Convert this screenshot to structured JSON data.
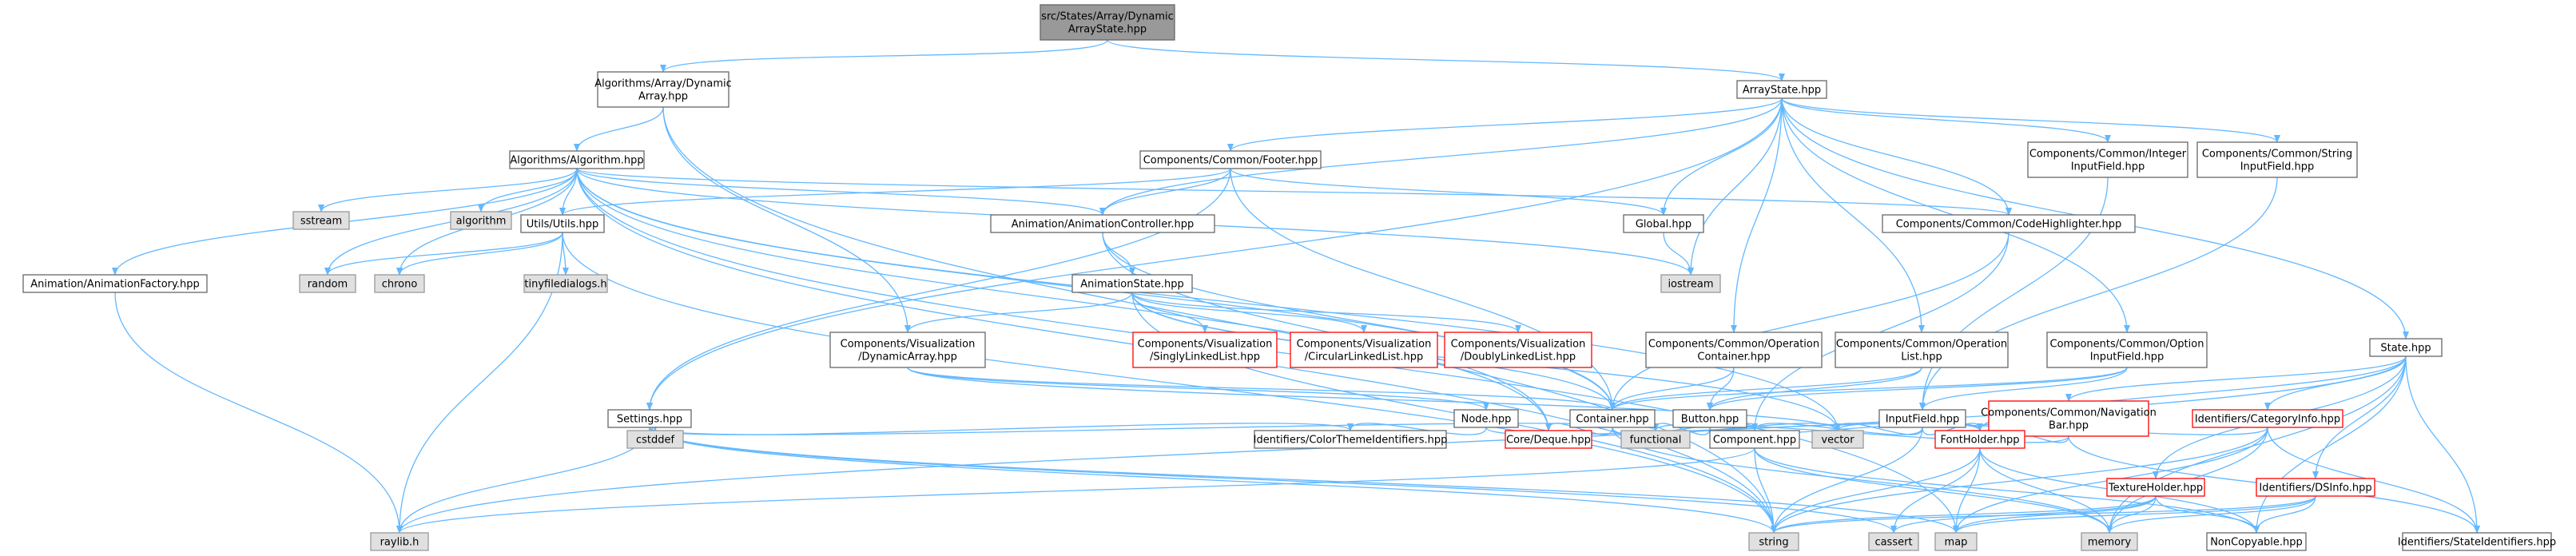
{
  "colors": {
    "edge": "#63b8ff",
    "node_fill": "#ffffff",
    "node_border": "#666666",
    "root_fill": "#999999",
    "root_border": "#666666",
    "system_fill": "#e0e0e0",
    "system_border": "#999999",
    "truncated_border": "#ff0000"
  },
  "graph": {
    "root": "src/States/Array/DynamicArrayState.hpp",
    "nodes": [
      {
        "id": "root",
        "lines": [
          "src/States/Array/Dynamic",
          "ArrayState.hpp"
        ],
        "kind": "root"
      },
      {
        "id": "algo_dynarray",
        "lines": [
          "Algorithms/Array/Dynamic",
          "Array.hpp"
        ],
        "kind": "normal"
      },
      {
        "id": "arraystate",
        "lines": [
          "ArrayState.hpp"
        ],
        "kind": "normal"
      },
      {
        "id": "algorithm_hpp",
        "lines": [
          "Algorithms/Algorithm.hpp"
        ],
        "kind": "normal"
      },
      {
        "id": "footer",
        "lines": [
          "Components/Common/Footer.hpp"
        ],
        "kind": "normal"
      },
      {
        "id": "int_input",
        "lines": [
          "Components/Common/Integer",
          "InputField.hpp"
        ],
        "kind": "normal"
      },
      {
        "id": "str_input",
        "lines": [
          "Components/Common/String",
          "InputField.hpp"
        ],
        "kind": "normal"
      },
      {
        "id": "sstream",
        "lines": [
          "sstream"
        ],
        "kind": "system"
      },
      {
        "id": "algorithm_std",
        "lines": [
          "algorithm"
        ],
        "kind": "system"
      },
      {
        "id": "utils",
        "lines": [
          "Utils/Utils.hpp"
        ],
        "kind": "normal"
      },
      {
        "id": "anim_ctrl",
        "lines": [
          "Animation/AnimationController.hpp"
        ],
        "kind": "normal"
      },
      {
        "id": "global",
        "lines": [
          "Global.hpp"
        ],
        "kind": "normal"
      },
      {
        "id": "codehl",
        "lines": [
          "Components/Common/CodeHighlighter.hpp"
        ],
        "kind": "normal"
      },
      {
        "id": "anim_factory",
        "lines": [
          "Animation/AnimationFactory.hpp"
        ],
        "kind": "normal"
      },
      {
        "id": "random",
        "lines": [
          "random"
        ],
        "kind": "system"
      },
      {
        "id": "chrono",
        "lines": [
          "chrono"
        ],
        "kind": "system"
      },
      {
        "id": "tinyfd",
        "lines": [
          "tinyfiledialogs.h"
        ],
        "kind": "system"
      },
      {
        "id": "iostream",
        "lines": [
          "iostream"
        ],
        "kind": "system"
      },
      {
        "id": "anim_state",
        "lines": [
          "AnimationState.hpp"
        ],
        "kind": "normal"
      },
      {
        "id": "vis_dynarray",
        "lines": [
          "Components/Visualization",
          "/DynamicArray.hpp"
        ],
        "kind": "normal"
      },
      {
        "id": "vis_sll",
        "lines": [
          "Components/Visualization",
          "/SinglyLinkedList.hpp"
        ],
        "kind": "truncated"
      },
      {
        "id": "vis_cll",
        "lines": [
          "Components/Visualization",
          "/CircularLinkedList.hpp"
        ],
        "kind": "truncated"
      },
      {
        "id": "vis_dll",
        "lines": [
          "Components/Visualization",
          "/DoublyLinkedList.hpp"
        ],
        "kind": "truncated"
      },
      {
        "id": "op_container",
        "lines": [
          "Components/Common/Operation",
          "Container.hpp"
        ],
        "kind": "normal"
      },
      {
        "id": "op_list",
        "lines": [
          "Components/Common/Operation",
          "List.hpp"
        ],
        "kind": "normal"
      },
      {
        "id": "opt_input",
        "lines": [
          "Components/Common/Option",
          "InputField.hpp"
        ],
        "kind": "normal"
      },
      {
        "id": "state",
        "lines": [
          "State.hpp"
        ],
        "kind": "normal"
      },
      {
        "id": "settings",
        "lines": [
          "Settings.hpp"
        ],
        "kind": "normal"
      },
      {
        "id": "node",
        "lines": [
          "Node.hpp"
        ],
        "kind": "normal"
      },
      {
        "id": "container",
        "lines": [
          "Container.hpp"
        ],
        "kind": "normal"
      },
      {
        "id": "button",
        "lines": [
          "Button.hpp"
        ],
        "kind": "normal"
      },
      {
        "id": "inputfield",
        "lines": [
          "InputField.hpp"
        ],
        "kind": "normal"
      },
      {
        "id": "navbar",
        "lines": [
          "Components/Common/Navigation",
          "Bar.hpp"
        ],
        "kind": "truncated"
      },
      {
        "id": "catinfo",
        "lines": [
          "Identifiers/CategoryInfo.hpp"
        ],
        "kind": "truncated"
      },
      {
        "id": "cstddef",
        "lines": [
          "cstddef"
        ],
        "kind": "system"
      },
      {
        "id": "colortheme",
        "lines": [
          "Identifiers/ColorThemeIdentifiers.hpp"
        ],
        "kind": "normal"
      },
      {
        "id": "deque",
        "lines": [
          "Core/Deque.hpp"
        ],
        "kind": "truncated"
      },
      {
        "id": "functional",
        "lines": [
          "functional"
        ],
        "kind": "system"
      },
      {
        "id": "component",
        "lines": [
          "Component.hpp"
        ],
        "kind": "normal"
      },
      {
        "id": "vector",
        "lines": [
          "vector"
        ],
        "kind": "system"
      },
      {
        "id": "fontholder",
        "lines": [
          "FontHolder.hpp"
        ],
        "kind": "truncated"
      },
      {
        "id": "textureholder",
        "lines": [
          "TextureHolder.hpp"
        ],
        "kind": "truncated"
      },
      {
        "id": "dsinfo",
        "lines": [
          "Identifiers/DSInfo.hpp"
        ],
        "kind": "truncated"
      },
      {
        "id": "raylib",
        "lines": [
          "raylib.h"
        ],
        "kind": "system"
      },
      {
        "id": "string",
        "lines": [
          "string"
        ],
        "kind": "system"
      },
      {
        "id": "cassert",
        "lines": [
          "cassert"
        ],
        "kind": "system"
      },
      {
        "id": "map",
        "lines": [
          "map"
        ],
        "kind": "system"
      },
      {
        "id": "memory",
        "lines": [
          "memory"
        ],
        "kind": "system"
      },
      {
        "id": "noncopyable",
        "lines": [
          "NonCopyable.hpp"
        ],
        "kind": "normal"
      },
      {
        "id": "stateids",
        "lines": [
          "Identifiers/StateIdentifiers.hpp"
        ],
        "kind": "normal"
      }
    ],
    "edges": [
      [
        "root",
        "algo_dynarray"
      ],
      [
        "root",
        "arraystate"
      ],
      [
        "algo_dynarray",
        "algorithm_hpp"
      ],
      [
        "algo_dynarray",
        "vis_dynarray"
      ],
      [
        "algo_dynarray",
        "string"
      ],
      [
        "arraystate",
        "footer"
      ],
      [
        "arraystate",
        "int_input"
      ],
      [
        "arraystate",
        "str_input"
      ],
      [
        "arraystate",
        "anim_ctrl"
      ],
      [
        "arraystate",
        "global"
      ],
      [
        "arraystate",
        "codehl"
      ],
      [
        "arraystate",
        "iostream"
      ],
      [
        "arraystate",
        "op_container"
      ],
      [
        "arraystate",
        "op_list"
      ],
      [
        "arraystate",
        "opt_input"
      ],
      [
        "arraystate",
        "state"
      ],
      [
        "arraystate",
        "settings"
      ],
      [
        "algorithm_hpp",
        "sstream"
      ],
      [
        "algorithm_hpp",
        "algorithm_std"
      ],
      [
        "algorithm_hpp",
        "utils"
      ],
      [
        "algorithm_hpp",
        "anim_ctrl"
      ],
      [
        "algorithm_hpp",
        "codehl"
      ],
      [
        "algorithm_hpp",
        "anim_factory"
      ],
      [
        "algorithm_hpp",
        "random"
      ],
      [
        "algorithm_hpp",
        "chrono"
      ],
      [
        "algorithm_hpp",
        "iostream"
      ],
      [
        "algorithm_hpp",
        "string"
      ],
      [
        "algorithm_hpp",
        "map"
      ],
      [
        "algorithm_hpp",
        "container"
      ],
      [
        "algorithm_hpp",
        "vector"
      ],
      [
        "algorithm_hpp",
        "deque"
      ],
      [
        "footer",
        "utils"
      ],
      [
        "footer",
        "anim_ctrl"
      ],
      [
        "footer",
        "global"
      ],
      [
        "footer",
        "container"
      ],
      [
        "footer",
        "settings"
      ],
      [
        "int_input",
        "inputfield"
      ],
      [
        "str_input",
        "inputfield"
      ],
      [
        "utils",
        "random"
      ],
      [
        "utils",
        "chrono"
      ],
      [
        "utils",
        "tinyfd"
      ],
      [
        "utils",
        "raylib"
      ],
      [
        "utils",
        "string"
      ],
      [
        "anim_ctrl",
        "anim_state"
      ],
      [
        "anim_ctrl",
        "container"
      ],
      [
        "anim_ctrl",
        "deque"
      ],
      [
        "global",
        "iostream"
      ],
      [
        "codehl",
        "container"
      ],
      [
        "codehl",
        "component"
      ],
      [
        "anim_factory",
        "raylib"
      ],
      [
        "anim_state",
        "vis_dynarray"
      ],
      [
        "anim_state",
        "vis_sll"
      ],
      [
        "anim_state",
        "vis_cll"
      ],
      [
        "anim_state",
        "vis_dll"
      ],
      [
        "anim_state",
        "container"
      ],
      [
        "anim_state",
        "string"
      ],
      [
        "anim_state",
        "vector"
      ],
      [
        "vis_dynarray",
        "node"
      ],
      [
        "vis_dynarray",
        "container"
      ],
      [
        "vis_dynarray",
        "vector"
      ],
      [
        "op_container",
        "container"
      ],
      [
        "op_container",
        "button"
      ],
      [
        "op_list",
        "button"
      ],
      [
        "op_list",
        "container"
      ],
      [
        "opt_input",
        "inputfield"
      ],
      [
        "opt_input",
        "button"
      ],
      [
        "opt_input",
        "container"
      ],
      [
        "state",
        "navbar"
      ],
      [
        "state",
        "catinfo"
      ],
      [
        "state",
        "dsinfo"
      ],
      [
        "state",
        "textureholder"
      ],
      [
        "state",
        "fontholder"
      ],
      [
        "state",
        "stateids"
      ],
      [
        "state",
        "noncopyable"
      ],
      [
        "state",
        "memory"
      ],
      [
        "state",
        "raylib"
      ],
      [
        "settings",
        "cstddef"
      ],
      [
        "settings",
        "colortheme"
      ],
      [
        "settings",
        "raylib"
      ],
      [
        "settings",
        "string"
      ],
      [
        "settings",
        "cassert"
      ],
      [
        "settings",
        "map"
      ],
      [
        "settings",
        "functional"
      ],
      [
        "node",
        "colortheme"
      ],
      [
        "node",
        "fontholder"
      ],
      [
        "container",
        "component"
      ],
      [
        "container",
        "vector"
      ],
      [
        "container",
        "deque"
      ],
      [
        "container",
        "memory"
      ],
      [
        "button",
        "component"
      ],
      [
        "button",
        "fontholder"
      ],
      [
        "button",
        "functional"
      ],
      [
        "inputfield",
        "component"
      ],
      [
        "inputfield",
        "fontholder"
      ],
      [
        "inputfield",
        "vector"
      ],
      [
        "inputfield",
        "string"
      ],
      [
        "navbar",
        "functional"
      ],
      [
        "navbar",
        "fontholder"
      ],
      [
        "navbar",
        "stateids"
      ],
      [
        "catinfo",
        "vector"
      ],
      [
        "catinfo",
        "string"
      ],
      [
        "catinfo",
        "map"
      ],
      [
        "catinfo",
        "memory"
      ],
      [
        "catinfo",
        "stateids"
      ],
      [
        "component",
        "raylib"
      ],
      [
        "component",
        "string"
      ],
      [
        "component",
        "noncopyable"
      ],
      [
        "component",
        "memory"
      ],
      [
        "fontholder",
        "string"
      ],
      [
        "fontholder",
        "map"
      ],
      [
        "fontholder",
        "cassert"
      ],
      [
        "fontholder",
        "memory"
      ],
      [
        "fontholder",
        "noncopyable"
      ],
      [
        "textureholder",
        "string"
      ],
      [
        "textureholder",
        "map"
      ],
      [
        "textureholder",
        "cassert"
      ],
      [
        "textureholder",
        "memory"
      ],
      [
        "textureholder",
        "noncopyable"
      ],
      [
        "dsinfo",
        "string"
      ],
      [
        "dsinfo",
        "map"
      ],
      [
        "dsinfo",
        "memory"
      ],
      [
        "dsinfo",
        "noncopyable"
      ]
    ]
  }
}
